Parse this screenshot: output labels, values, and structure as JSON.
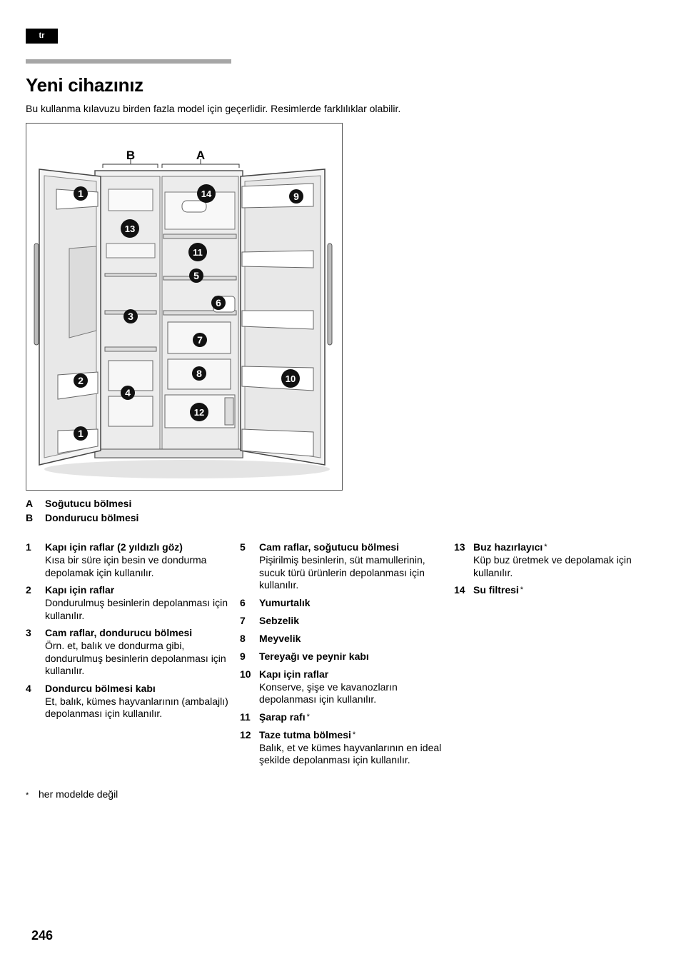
{
  "lang_tag": "tr",
  "title": "Yeni cihazınız",
  "intro": "Bu kullanma kılavuzu birden fazla model için geçerlidir. Resimlerde farklılıklar olabilir.",
  "figure": {
    "section_labels": [
      "B",
      "A"
    ],
    "callouts": [
      "1",
      "1",
      "2",
      "3",
      "4",
      "5",
      "6",
      "7",
      "8",
      "9",
      "10",
      "11",
      "12",
      "13",
      "14"
    ]
  },
  "compartments": [
    {
      "key": "A",
      "label": "Soğutucu bölmesi"
    },
    {
      "key": "B",
      "label": "Dondurucu bölmesi"
    }
  ],
  "columns": [
    [
      {
        "num": "1",
        "title": "Kapı için raflar (2 yıldızlı göz)",
        "star": "",
        "desc": "Kısa bir süre için besin ve dondurma depolamak için kullanılır."
      },
      {
        "num": "2",
        "title": "Kapı için raflar",
        "star": "",
        "desc": "Dondurulmuş besinlerin depolanması için kullanılır."
      },
      {
        "num": "3",
        "title": "Cam raflar, dondurucu bölmesi",
        "star": "",
        "desc": "Örn. et, balık ve dondurma gibi, dondurulmuş besinlerin depolanması için kullanılır."
      },
      {
        "num": "4",
        "title": "Dondurcu bölmesi kabı",
        "star": "",
        "desc": "Et, balık, kümes hayvanlarının (ambalajlı) depolanması için kullanılır."
      }
    ],
    [
      {
        "num": "5",
        "title": "Cam raflar, soğutucu bölmesi",
        "star": "",
        "desc": "Pişirilmiş besinlerin, süt mamullerinin, sucuk türü ürünlerin depolanması için kullanılır."
      },
      {
        "num": "6",
        "title": "Yumurtalık",
        "star": "",
        "desc": ""
      },
      {
        "num": "7",
        "title": "Sebzelik",
        "star": "",
        "desc": ""
      },
      {
        "num": "8",
        "title": "Meyvelik",
        "star": "",
        "desc": ""
      },
      {
        "num": "9",
        "title": "Tereyağı ve peynir kabı",
        "star": "",
        "desc": ""
      },
      {
        "num": "10",
        "title": "Kapı için raflar",
        "star": "",
        "desc": "Konserve, şişe ve kavanozların depolanması için kullanılır."
      },
      {
        "num": "11",
        "title": "Şarap rafı",
        "star": "*",
        "desc": ""
      },
      {
        "num": "12",
        "title": "Taze tutma bölmesi",
        "star": "*",
        "desc": "Balık, et ve kümes hayvanlarının en ideal şekilde depolanması için kullanılır."
      }
    ],
    [
      {
        "num": "13",
        "title": "Buz hazırlayıcı",
        "star": "*",
        "desc": "Küp buz üretmek ve depolamak için kullanılır."
      },
      {
        "num": "14",
        "title": "Su filtresi",
        "star": "*",
        "desc": ""
      }
    ]
  ],
  "footnote": {
    "mark": "*",
    "text": "her modelde değil"
  },
  "page_number": "246"
}
